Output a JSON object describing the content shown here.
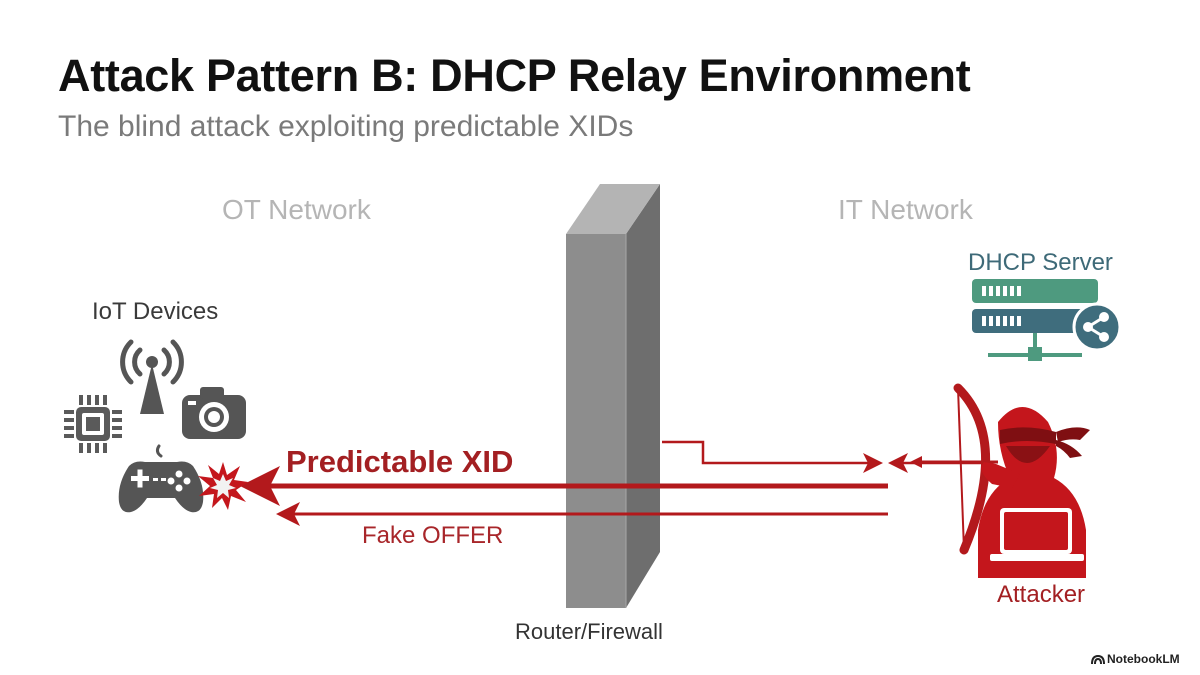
{
  "title": "Attack Pattern B: DHCP Relay Environment",
  "subtitle": "The blind attack exploiting predictable XIDs",
  "zones": {
    "ot": "OT Network",
    "it": "IT Network"
  },
  "nodes": {
    "iot_devices": "IoT Devices",
    "dhcp_server": "DHCP Server",
    "router_firewall": "Router/Firewall",
    "attacker": "Attacker"
  },
  "arrows": {
    "predictable_xid": "Predictable XID",
    "fake_offer": "Fake OFFER"
  },
  "brand": "NotebookLM",
  "colors": {
    "attack_red": "#b3191c",
    "server_green": "#4e9a7f",
    "server_teal": "#3f6d7d",
    "wall_gray": "#8a8a8a",
    "icon_dark": "#555555"
  },
  "icons": [
    "chip-icon",
    "antenna-icon",
    "camera-icon",
    "gamepad-icon",
    "impact-burst-icon",
    "server-icon",
    "share-icon",
    "hooded-attacker-icon",
    "bow-arrow-icon",
    "laptop-icon"
  ]
}
